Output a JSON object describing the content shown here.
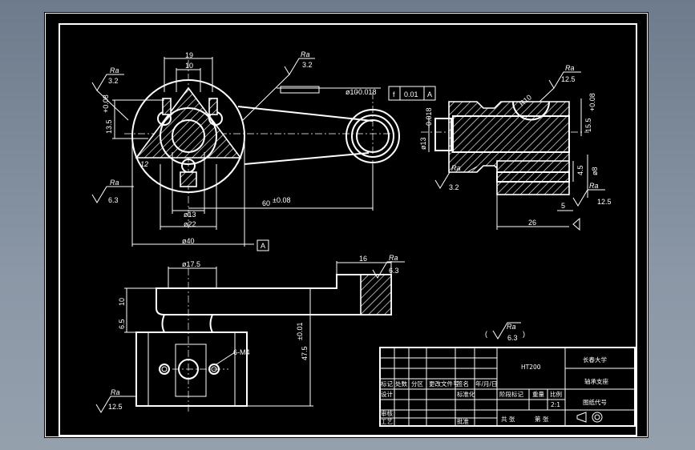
{
  "dimensions": {
    "d19": "19",
    "d10": "10",
    "d13_5": "13.5",
    "tol_13_5": "+0.08",
    "d12": "12",
    "d13": "ø13",
    "d22": "ø22",
    "d40": "ø40",
    "d60": "60",
    "tol_60": "±0.08",
    "d10b": "ø10",
    "tol_10b": "-0.018",
    "r10": "R10",
    "d15_5": "15.5",
    "tol_15_5": "+0.08",
    "d13b": "ø13",
    "tol_13b": "-0.018",
    "d4_5": "4.5",
    "d8": "ø8",
    "d5": "5",
    "d26": "26",
    "d17_5": "ø17.5",
    "d16": "16",
    "d10c": "10",
    "d6_5": "6.5",
    "d47_5": "47.5",
    "tol_47_5": "±0.01",
    "m4": "6-M4"
  },
  "roughness": {
    "ra_label": "Ra",
    "v3_2": "3.2",
    "v12_5": "12.5",
    "v6_3": "6.3"
  },
  "tolerance_frame": {
    "symbol": "f",
    "value": "0.01",
    "datum": "A"
  },
  "datum": "A",
  "general_roughness": {
    "open": "(",
    "value": "6.3",
    "close": ")"
  },
  "title_block": {
    "material": "HT200",
    "university": "长春大学",
    "part_name": "轴承支座",
    "drawing_no": "图纸代号",
    "scale": "2:1",
    "row_marks": [
      "标记",
      "处数",
      "分区",
      "更改文件号",
      "签名",
      "年/月/日"
    ],
    "design": "设计",
    "std": "标准化",
    "stage": "阶段标记",
    "weight": "重量",
    "ratio": "比例",
    "review": "审核",
    "process": "工艺",
    "approve": "批准",
    "sheets_total": "共 张",
    "sheet_no": "第 张"
  }
}
